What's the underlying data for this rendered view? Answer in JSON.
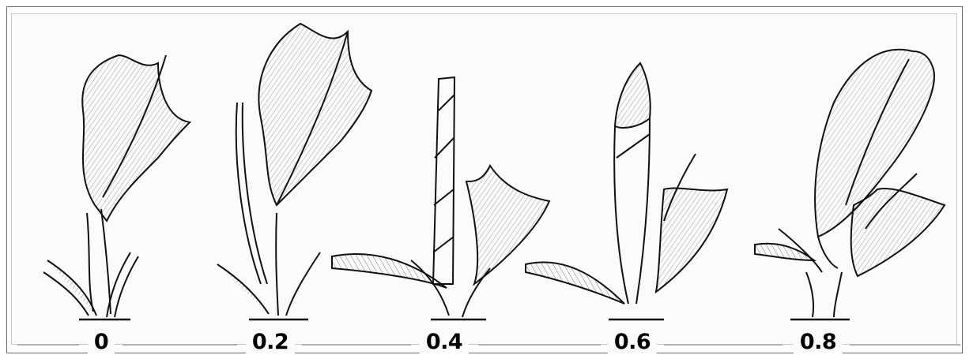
{
  "stages": [
    {
      "label": "0"
    },
    {
      "label": "0.2"
    },
    {
      "label": "0.4"
    },
    {
      "label": "0.6"
    },
    {
      "label": "0.8"
    }
  ]
}
